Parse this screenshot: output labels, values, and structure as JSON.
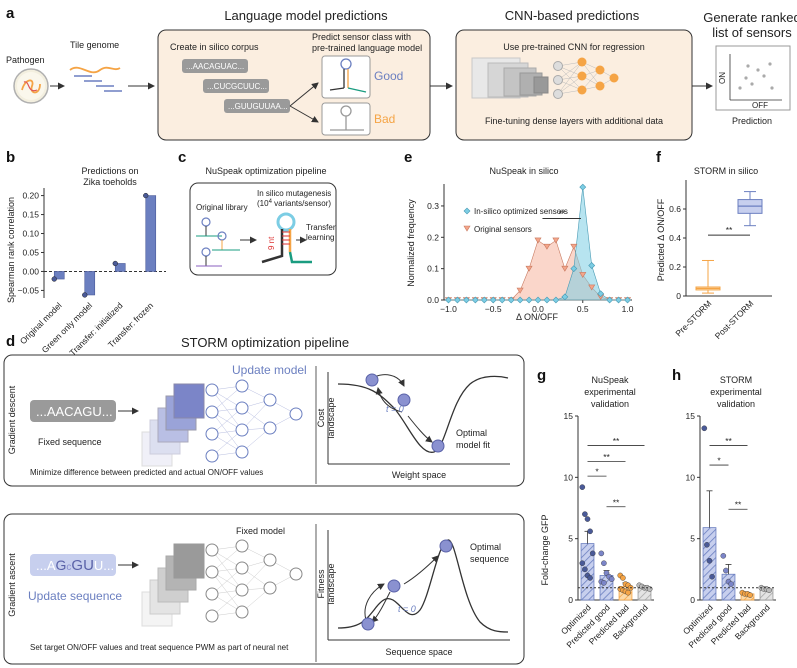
{
  "panel_a": {
    "letter": "a",
    "pathogen": "Pathogen",
    "tile_genome": "Tile genome",
    "lm_title": "Language model predictions",
    "create_corpus": "Create in silico corpus",
    "seq1": "...AACAGUAC...",
    "seq2": "...CUCGCUUC...",
    "seq3": "...GUUGUUAA...",
    "predict_text_1": "Predict sensor class with",
    "predict_text_2": "pre-trained language model",
    "good": "Good",
    "bad": "Bad",
    "cnn_title": "CNN-based predictions",
    "cnn_text": "Use pre-trained CNN for regression",
    "finetune_text": "Fine-tuning dense layers with additional data",
    "rank_title_1": "Generate ranked",
    "rank_title_2": "list of sensors",
    "on": "ON",
    "off": "OFF",
    "prediction": "Prediction"
  },
  "panel_b": {
    "letter": "b",
    "title_1": "Predictions on",
    "title_2": "Zika toeholds",
    "ylabel": "Spearman rank correlation"
  },
  "panel_c": {
    "letter": "c",
    "title": "NuSpeak optimization pipeline",
    "original_library": "Original library",
    "mutagenesis_1": "In silico mutagenesis",
    "mutagenesis_2a": "(10",
    "mutagenesis_2sup": "4",
    "mutagenesis_2b": " variants/sensor)",
    "nt9": "9 nt",
    "transfer_1": "Transfer",
    "transfer_2": "learning"
  },
  "panel_e": {
    "letter": "e",
    "title": "NuSpeak in silico",
    "ylabel": "Normalized frequency",
    "xlabel": "Δ ON/OFF",
    "legend_optimized": "In-silico optimized sensors",
    "legend_original": "Original sensors",
    "sig": "**"
  },
  "panel_f": {
    "letter": "f",
    "title": "STORM in silico",
    "ylabel": "Predicted Δ ON/OFF",
    "sig": "**"
  },
  "panel_d": {
    "letter": "d",
    "title": "STORM optimization pipeline",
    "gd_label": "Gradient descent",
    "gd_seq": "...AACAGU...",
    "fixed_sequence": "Fixed sequence",
    "update_model": "Update model",
    "gd_caption": "Minimize difference between predicted and actual ON/OFF values",
    "cost_landscape_1": "Cost",
    "cost_landscape_2": "landscape",
    "t0": "t = 0",
    "optimal_fit_1": "Optimal",
    "optimal_fit_2": "model fit",
    "weight_space": "Weight space",
    "ga_label": "Gradient ascent",
    "ga_seq_prefix": "...A",
    "ga_seq_g": "G",
    "ga_seq_c": "c",
    "ga_seq_gu": "GU",
    "ga_seq_suffix": "U...",
    "update_sequence": "Update sequence",
    "fixed_model": "Fixed model",
    "ga_caption": "Set target ON/OFF values and treat sequence PWM as part of neural net",
    "fitness_landscape_1": "Fitness",
    "fitness_landscape_2": "landscape",
    "optimal_seq_1": "Optimal",
    "optimal_seq_2": "sequence",
    "sequence_space": "Sequence space"
  },
  "panel_g": {
    "letter": "g",
    "title_1": "NuSpeak",
    "title_2": "experimental",
    "title_3": "validation",
    "ylabel": "Fold-change GFP"
  },
  "panel_h": {
    "letter": "h",
    "title_1": "STORM",
    "title_2": "experimental",
    "title_3": "validation"
  },
  "colors": {
    "peach": "#fbeee0",
    "blue": "#6b7fc0",
    "orange": "#f5a445",
    "cyan": "#7ccde4",
    "salmon": "#f4a58a"
  },
  "chart_data": [
    {
      "id": "b",
      "type": "bar",
      "categories": [
        "Original model",
        "Green only model",
        "Transfer: initialized",
        "Transfer: frozen"
      ],
      "values": [
        -0.02,
        -0.062,
        0.021,
        0.2
      ],
      "ylim": [
        -0.07,
        0.22
      ],
      "yticks": [
        -0.05,
        0.0,
        0.05,
        0.1,
        0.15,
        0.2
      ],
      "ytick_labels": [
        "−0.05",
        "0.00",
        "0.05",
        "0.10",
        "0.15",
        "0.20"
      ]
    },
    {
      "id": "e",
      "type": "line",
      "xlim": [
        -1.05,
        1.05
      ],
      "ylim": [
        0,
        0.37
      ],
      "xticks": [
        -1.0,
        -0.5,
        0.0,
        0.5,
        1.0
      ],
      "xtick_labels": [
        "−1.0",
        "−0.5",
        "0.0",
        "0.5",
        "1.0"
      ],
      "yticks": [
        0.0,
        0.1,
        0.2,
        0.3
      ],
      "ytick_labels": [
        "0.0",
        "0.1",
        "0.2",
        "0.3"
      ],
      "series": [
        {
          "name": "In-silico optimized sensors",
          "x": [
            -1.0,
            -0.9,
            -0.8,
            -0.7,
            -0.6,
            -0.5,
            -0.4,
            -0.3,
            -0.2,
            -0.1,
            0.0,
            0.1,
            0.2,
            0.3,
            0.4,
            0.5,
            0.6,
            0.7,
            0.8,
            0.9,
            1.0
          ],
          "y": [
            0,
            0,
            0,
            0,
            0,
            0,
            0,
            0,
            0,
            0,
            0,
            0,
            0,
            0.01,
            0.1,
            0.36,
            0.11,
            0.02,
            0,
            0,
            0
          ]
        },
        {
          "name": "Original sensors",
          "x": [
            -1.0,
            -0.9,
            -0.8,
            -0.7,
            -0.6,
            -0.5,
            -0.4,
            -0.3,
            -0.2,
            -0.1,
            0.0,
            0.1,
            0.2,
            0.3,
            0.4,
            0.5,
            0.6,
            0.7,
            0.8,
            0.9,
            1.0
          ],
          "y": [
            0,
            0,
            0,
            0,
            0,
            0,
            0,
            0,
            0.03,
            0.1,
            0.19,
            0.17,
            0.19,
            0.1,
            0.17,
            0.08,
            0.04,
            0.01,
            0,
            0,
            0
          ]
        }
      ]
    },
    {
      "id": "f",
      "type": "box",
      "categories": [
        "Pre-STORM",
        "Post-STORM"
      ],
      "boxes": [
        {
          "min": 0.02,
          "q1": 0.042,
          "median": 0.052,
          "q3": 0.062,
          "max": 0.245
        },
        {
          "min": 0.485,
          "q1": 0.57,
          "median": 0.62,
          "q3": 0.665,
          "max": 0.72
        }
      ],
      "ylim": [
        0,
        0.8
      ],
      "yticks": [
        0.0,
        0.2,
        0.4,
        0.6
      ],
      "ytick_labels": [
        "0",
        "0.2",
        "0.4",
        "0.6"
      ]
    },
    {
      "id": "g",
      "type": "bar",
      "categories": [
        "Optimized",
        "Predicted good",
        "Predicted bad",
        "Background"
      ],
      "values": [
        4.6,
        2.0,
        1.1,
        1.0
      ],
      "errors": [
        1.0,
        0.4,
        0.3,
        0.1
      ],
      "points": [
        [
          9.2,
          7.0,
          6.6,
          5.6,
          3.8,
          3.0,
          2.5,
          2.0,
          1.8
        ],
        [
          3.8,
          3.0,
          2.2,
          1.9,
          1.7,
          1.5,
          1.4
        ],
        [
          2.0,
          1.8,
          1.3,
          1.2,
          1.0,
          0.9,
          0.8,
          0.7,
          0.6
        ],
        [
          1.2,
          1.1,
          1.0,
          1.0,
          0.9
        ]
      ],
      "ylim": [
        0,
        15
      ],
      "yticks": [
        0,
        5,
        10,
        15
      ],
      "ytick_labels": [
        "0",
        "5",
        "10",
        "15"
      ],
      "baseline": 1,
      "significance": [
        {
          "from": 0,
          "to": 3,
          "label": "**"
        },
        {
          "from": 0,
          "to": 2,
          "label": "**"
        },
        {
          "from": 0,
          "to": 1,
          "label": "*"
        },
        {
          "from": 1,
          "to": 2,
          "label": "**"
        }
      ]
    },
    {
      "id": "h",
      "type": "bar",
      "categories": [
        "Optimized",
        "Predicted good",
        "Predicted bad",
        "Background"
      ],
      "values": [
        5.9,
        2.1,
        0.5,
        0.9
      ],
      "errors": [
        3.0,
        0.8,
        0.1,
        0.1
      ],
      "points": [
        [
          14.0,
          4.5,
          3.2,
          1.9
        ],
        [
          3.6,
          2.4,
          1.5,
          1.3
        ],
        [
          0.6,
          0.5,
          0.5,
          0.4
        ],
        [
          1.0,
          0.9,
          0.9,
          0.8
        ]
      ],
      "ylim": [
        0,
        15
      ],
      "yticks": [
        0,
        5,
        10,
        15
      ],
      "ytick_labels": [
        "0",
        "5",
        "10",
        "15"
      ],
      "baseline": 1,
      "significance": [
        {
          "from": 0,
          "to": 2,
          "label": "**"
        },
        {
          "from": 0,
          "to": 1,
          "label": "*"
        },
        {
          "from": 1,
          "to": 2,
          "label": "**"
        }
      ]
    }
  ]
}
